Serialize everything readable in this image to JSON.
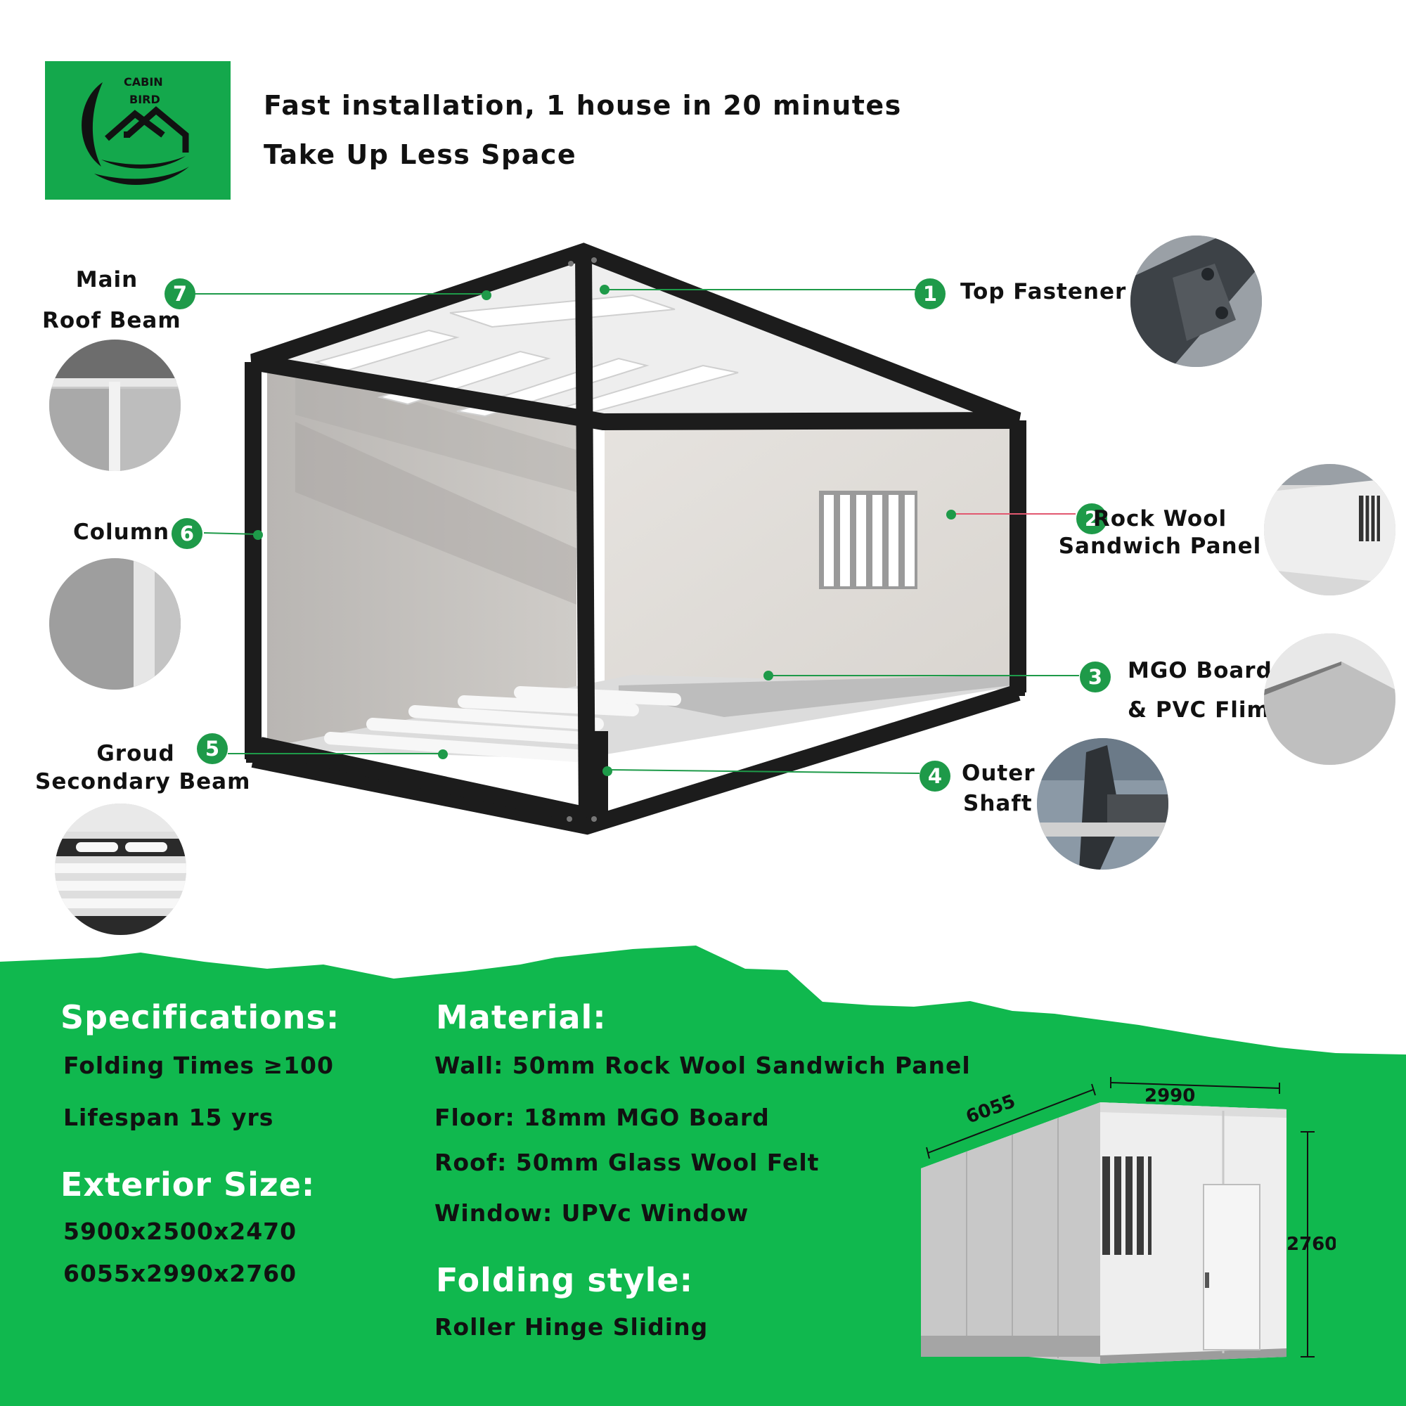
{
  "brand": {
    "logo_text_1": "CABIN",
    "logo_text_2": "BIRD",
    "logo_bg": "#14a84c"
  },
  "header": {
    "line1": "Fast installation, 1 house in 20 minutes",
    "line2": "Take Up Less Space"
  },
  "callouts": [
    {
      "number": "1",
      "label": "Top Fastener"
    },
    {
      "number": "2",
      "label_line1": "Rock Wool",
      "label_line2": "Sandwich Panel"
    },
    {
      "number": "3",
      "label_line1": "MGO Board",
      "label_line2": "& PVC Flim"
    },
    {
      "number": "4",
      "label_line1": "Outer",
      "label_line2": "Shaft"
    },
    {
      "number": "5",
      "label_line1": "Groud",
      "label_line2": "Secondary Beam"
    },
    {
      "number": "6",
      "label": "Column"
    },
    {
      "number": "7",
      "label_line1": "Main",
      "label_line2": "Roof Beam"
    }
  ],
  "specifications": {
    "title": "Specifications:",
    "items": [
      "Folding Times ≥100",
      "Lifespan 15 yrs"
    ]
  },
  "exterior_size": {
    "title": "Exterior Size:",
    "items": [
      "5900x2500x2470",
      "6055x2990x2760"
    ]
  },
  "material": {
    "title": "Material:",
    "items": [
      "Wall: 50mm Rock Wool Sandwich Panel",
      "Floor: 18mm MGO Board",
      "Roof: 50mm Glass Wool Felt",
      "Window: UPVc Window"
    ]
  },
  "folding_style": {
    "title": "Folding style:",
    "value": "Roller Hinge Sliding"
  },
  "dimensions": {
    "length": "6055",
    "width": "2990",
    "height": "2760"
  },
  "colors": {
    "accent_green": "#10b84e",
    "number_badge": "#1e9a49",
    "frame": "#1c1c1c"
  }
}
